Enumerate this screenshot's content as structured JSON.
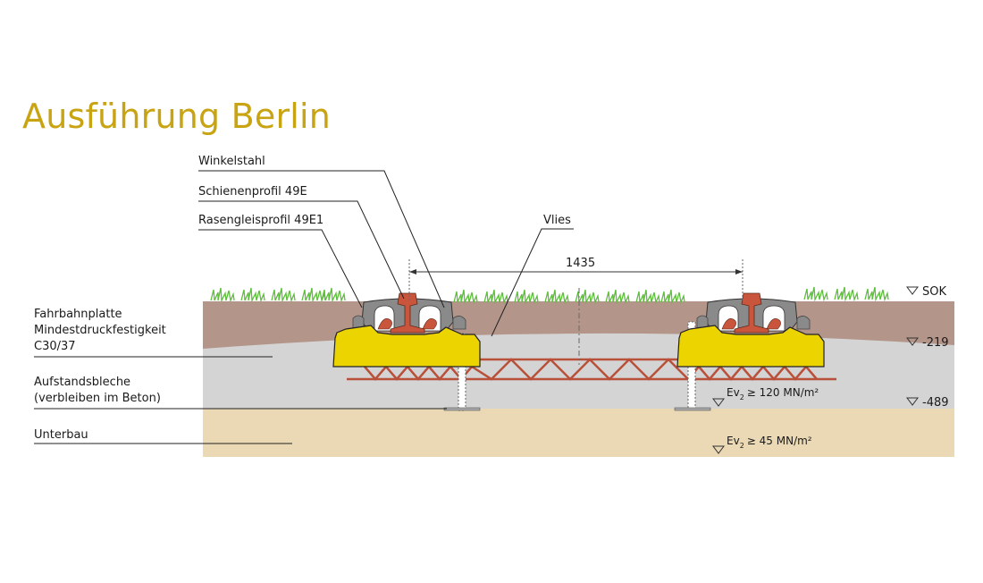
{
  "title": "Ausführung Berlin",
  "labels": {
    "winkelstahl": "Winkelstahl",
    "schienenprofil": "Schienenprofil 49E",
    "rasengleisprofil": "Rasengleisprofil 49E1",
    "vlies": "Vlies",
    "gauge": "1435",
    "fahrbahnplatte_1": "Fahrbahnplatte",
    "fahrbahnplatte_2": "Mindestdruckfestigkeit",
    "fahrbahnplatte_3": "C30/37",
    "aufstand_1": "Aufstandsbleche",
    "aufstand_2": "(verbleiben im Beton)",
    "unterbau": "Unterbau"
  },
  "levels": {
    "sok": "SOK",
    "l219": "-219",
    "l489": "-489"
  },
  "ev": {
    "upper_prefix": "Ev",
    "upper_sub": "2",
    "upper_value": "≥ 120 MN/m²",
    "lower_prefix": "Ev",
    "lower_sub": "2",
    "lower_value": "≥ 45 MN/m²"
  },
  "colors": {
    "title": "#c9a412",
    "soil": "#b4958a",
    "concrete": "#d4d4d4",
    "subbase": "#ead9b4",
    "block": "#ecd400",
    "rail": "#c9553c",
    "grass": "#5cbf3a"
  }
}
